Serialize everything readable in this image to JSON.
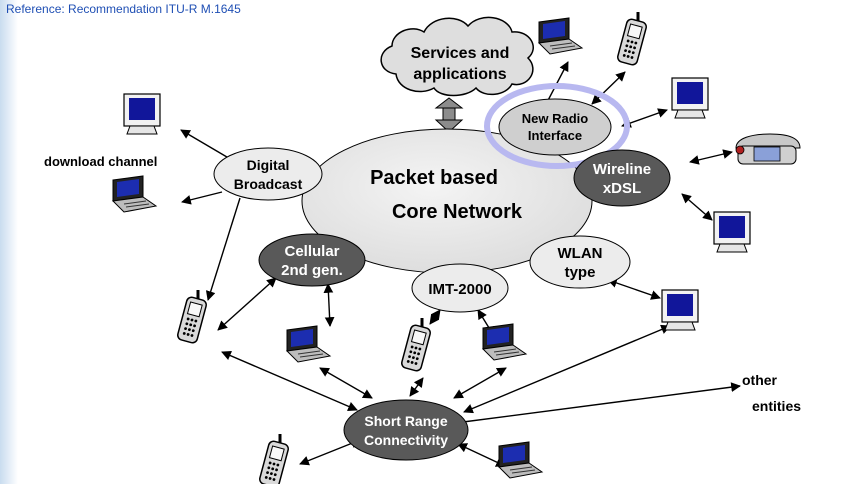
{
  "reference": "Reference: Recommendation ITU-R M.1645",
  "core": {
    "line1": "Packet  based",
    "line2": "Core Network"
  },
  "cloud": {
    "line1": "Services and",
    "line2": "applications"
  },
  "nodes": {
    "new_radio": {
      "line1": "New Radio",
      "line2": "Interface"
    },
    "digital_broadcast": {
      "line1": "Digital",
      "line2": "Broadcast"
    },
    "wireline": {
      "line1": "Wireline",
      "line2": "xDSL"
    },
    "cellular": {
      "line1": "Cellular",
      "line2": "2nd gen."
    },
    "imt": {
      "line1": "IMT-2000"
    },
    "wlan": {
      "line1": "WLAN",
      "line2": "type"
    },
    "short_range": {
      "line1": "Short Range",
      "line2": "Connectivity"
    }
  },
  "labels": {
    "download_channel": "download channel",
    "other_line1": "other",
    "other_line2": "entities"
  },
  "colors": {
    "light_node": "#ececec",
    "dark_node": "#595959",
    "highlight_ring": "#b8b8f0",
    "reference_text": "#1f4fb4"
  }
}
